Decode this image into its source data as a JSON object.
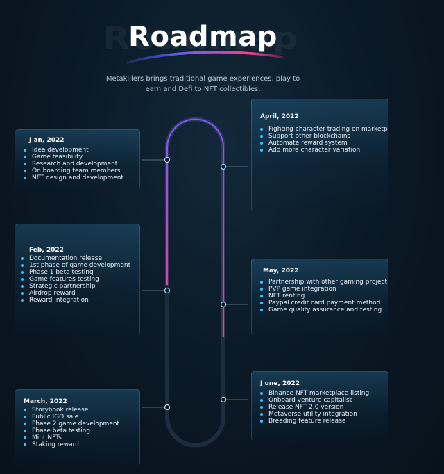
{
  "header": {
    "title": "Roadmap",
    "subtitle": "Metakillers brings traditional game experiences, play to earn and Defi to NFT collectibles."
  },
  "colors": {
    "background": "#0b1a27",
    "bullet": "#3ec1ff",
    "track_gradient_start": "#7b5cff",
    "track_gradient_end": "#ff3f9a",
    "swoosh_start": "#3b6cff",
    "swoosh_end": "#ff3a8c"
  },
  "milestones": {
    "jan": {
      "title": "J an, 2022",
      "items": [
        "Idea development",
        "Game feasibility",
        "Research and development",
        "On boarding team members",
        "NFT design and development"
      ]
    },
    "april": {
      "title": "April, 2022",
      "items": [
        "Fighting character trading on marketpla",
        "Support other blockchains",
        "Automate reward system",
        "Add more character variation"
      ]
    },
    "feb": {
      "title": "Feb, 2022",
      "items": [
        "Documentation release",
        "1st phase of game development",
        "Phase 1 beta testing",
        "Game features testing",
        "Strategic partnership",
        "Airdrop reward",
        "Reward integration"
      ]
    },
    "may": {
      "title": "May, 2022",
      "items": [
        "Partnership with other gaming project",
        "PVP game integration",
        "NFT renting",
        "Paypal credit card payment method",
        "Game quality assurance and testing"
      ]
    },
    "march": {
      "title": "March, 2022",
      "items": [
        "Storybook release",
        "Public IGO sale",
        "Phase 2 game development",
        "Phase beta testing",
        "Mint NFTs",
        "Staking reward"
      ]
    },
    "june": {
      "title": "J une, 2022",
      "items": [
        "Binance NFT marketplace listing",
        "Onboard venture capitalist",
        "Release NFT 2.0 version",
        "Metaverse utility integration",
        "Breeding feature release"
      ]
    }
  }
}
